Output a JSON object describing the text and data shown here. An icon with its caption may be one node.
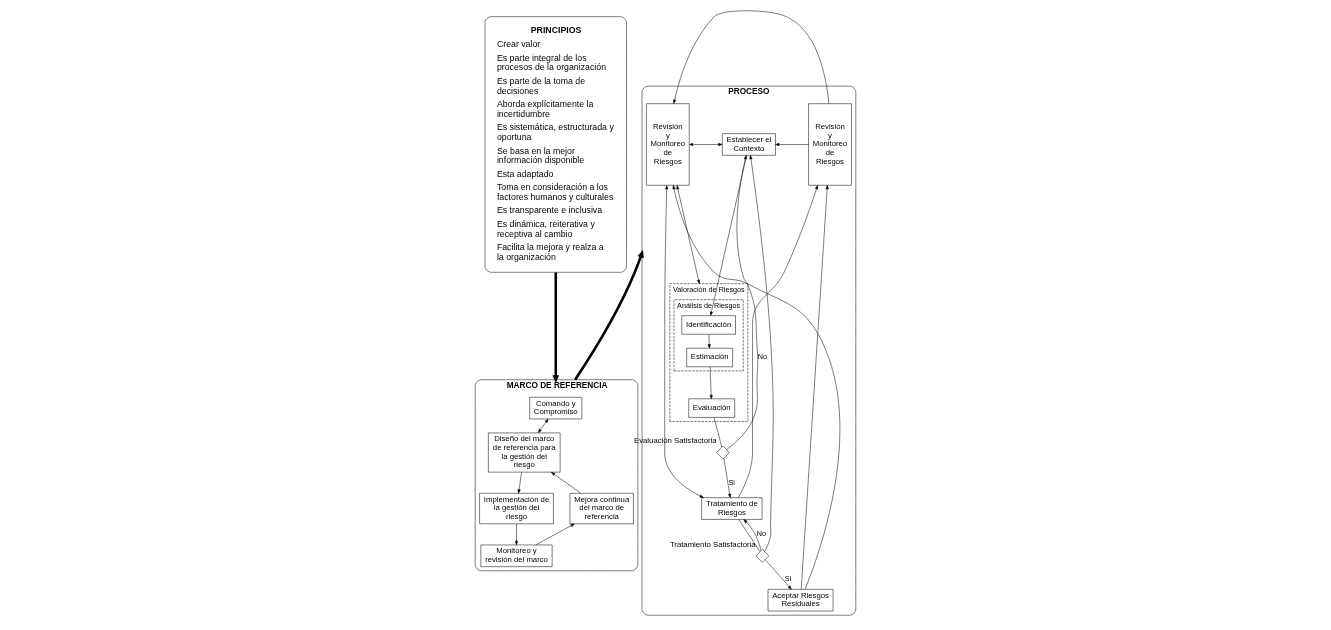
{
  "diagram": {
    "nodes": [
      {
        "text": [
          "PRINCIPIOS",
          "Crear valor",
          "Es parte integral de los procesos de la organización",
          "Es parte de la toma de decisiones",
          "Aborda explícitamente la incertidumbre",
          "Es sistemática, estructurada y oportuna",
          "Se basa en la mejor información disponible",
          "Esta adaptado",
          "Toma en consideración a los factores humanos y culturales",
          "Es transparente e inclusiva",
          "Es dinámica, reiterativa y receptiva al cambio",
          "Facilita la mejora y realza a la organización"
        ]
      },
      {
        "text": [
          "MARCO DE REFERENCIA"
        ]
      },
      {
        "text": [
          "Comando y Compromiso"
        ],
        "in": 1
      },
      {
        "text": [
          "Diseño del marco de referencia para la gestión del riesgo"
        ],
        "in": 1
      },
      {
        "text": [
          "Mejora continua del marco de referencia"
        ],
        "in": 1
      },
      {
        "text": [
          "Implementación de la gestión del riesgo"
        ],
        "in": 1
      },
      {
        "text": [
          "Monitoreo y revisión del marco"
        ],
        "in": 1
      },
      {
        "text": [
          "PROCESO"
        ]
      },
      {
        "text": [
          "Revisión y Monitoreo de Riesgos"
        ],
        "in": 7
      },
      {
        "text": [
          "Establecer el Contexto"
        ],
        "in": 7
      },
      {
        "text": [
          "Valoración de Riesgos"
        ],
        "in": 7
      },
      {
        "text": [
          "Análisis de Riesgos"
        ],
        "in": 10
      },
      {
        "text": [
          "Identificación"
        ],
        "in": 11
      },
      {
        "text": [
          "Estimación"
        ],
        "in": 11
      },
      {
        "text": [
          "Evaluación"
        ],
        "in": 10
      },
      {
        "text": [],
        "shape": "diamond",
        "beside": [
          "Evaluación Satisfactoria"
        ],
        "in": 7
      },
      {
        "text": [
          "Tratamiento de Riesgos"
        ],
        "in": 7
      },
      {
        "text": [],
        "shape": "diamond",
        "beside": [
          "Tratamiento Satisfactoria"
        ],
        "in": 7
      },
      {
        "text": [
          "Aceptar Riesgos Residuales"
        ],
        "in": 7
      },
      {
        "text": [
          "Revisión y Monitoreo de Riesgos"
        ],
        "in": 7
      }
    ],
    "edges": [
      {
        "from": 0,
        "to": 1,
        "arrow": "to",
        "style": "thick"
      },
      {
        "from": 1,
        "to": 7,
        "arrow": "to",
        "style": "thick"
      },
      {
        "from": 2,
        "to": 3,
        "arrow": "both"
      },
      {
        "from": 3,
        "to": 5,
        "arrow": "to"
      },
      {
        "from": 5,
        "to": 6,
        "arrow": "to"
      },
      {
        "from": 6,
        "to": 4,
        "arrow": "to"
      },
      {
        "from": 4,
        "to": 3,
        "arrow": "to"
      },
      {
        "from": 19,
        "to": 8,
        "arrow": "to"
      },
      {
        "from": 19,
        "to": 9,
        "arrow": "to"
      },
      {
        "from": 8,
        "to": 9,
        "arrow": "both"
      },
      {
        "from": 8,
        "to": 10,
        "arrow": "both"
      },
      {
        "from": 9,
        "to": 12,
        "arrow": "to"
      },
      {
        "from": 12,
        "to": 13,
        "arrow": "to"
      },
      {
        "from": 13,
        "to": 14,
        "arrow": "to"
      },
      {
        "from": 14,
        "to": 15,
        "arrow": "none"
      },
      {
        "from": 15,
        "to": 9,
        "label": "No",
        "arrow": "to"
      },
      {
        "from": 15,
        "to": 16,
        "label": "Si",
        "arrow": "to"
      },
      {
        "from": 8,
        "to": 16,
        "arrow": "both"
      },
      {
        "from": 16,
        "to": 19,
        "arrow": "to"
      },
      {
        "from": 16,
        "to": 17,
        "arrow": "none"
      },
      {
        "from": 17,
        "to": 16,
        "label": "No",
        "arrow": "to"
      },
      {
        "from": 17,
        "to": 9,
        "arrow": "to"
      },
      {
        "from": 17,
        "to": 18,
        "label": "Si",
        "arrow": "to"
      },
      {
        "from": 18,
        "to": 8,
        "arrow": "to"
      },
      {
        "from": 18,
        "to": 19,
        "arrow": "to"
      }
    ]
  }
}
